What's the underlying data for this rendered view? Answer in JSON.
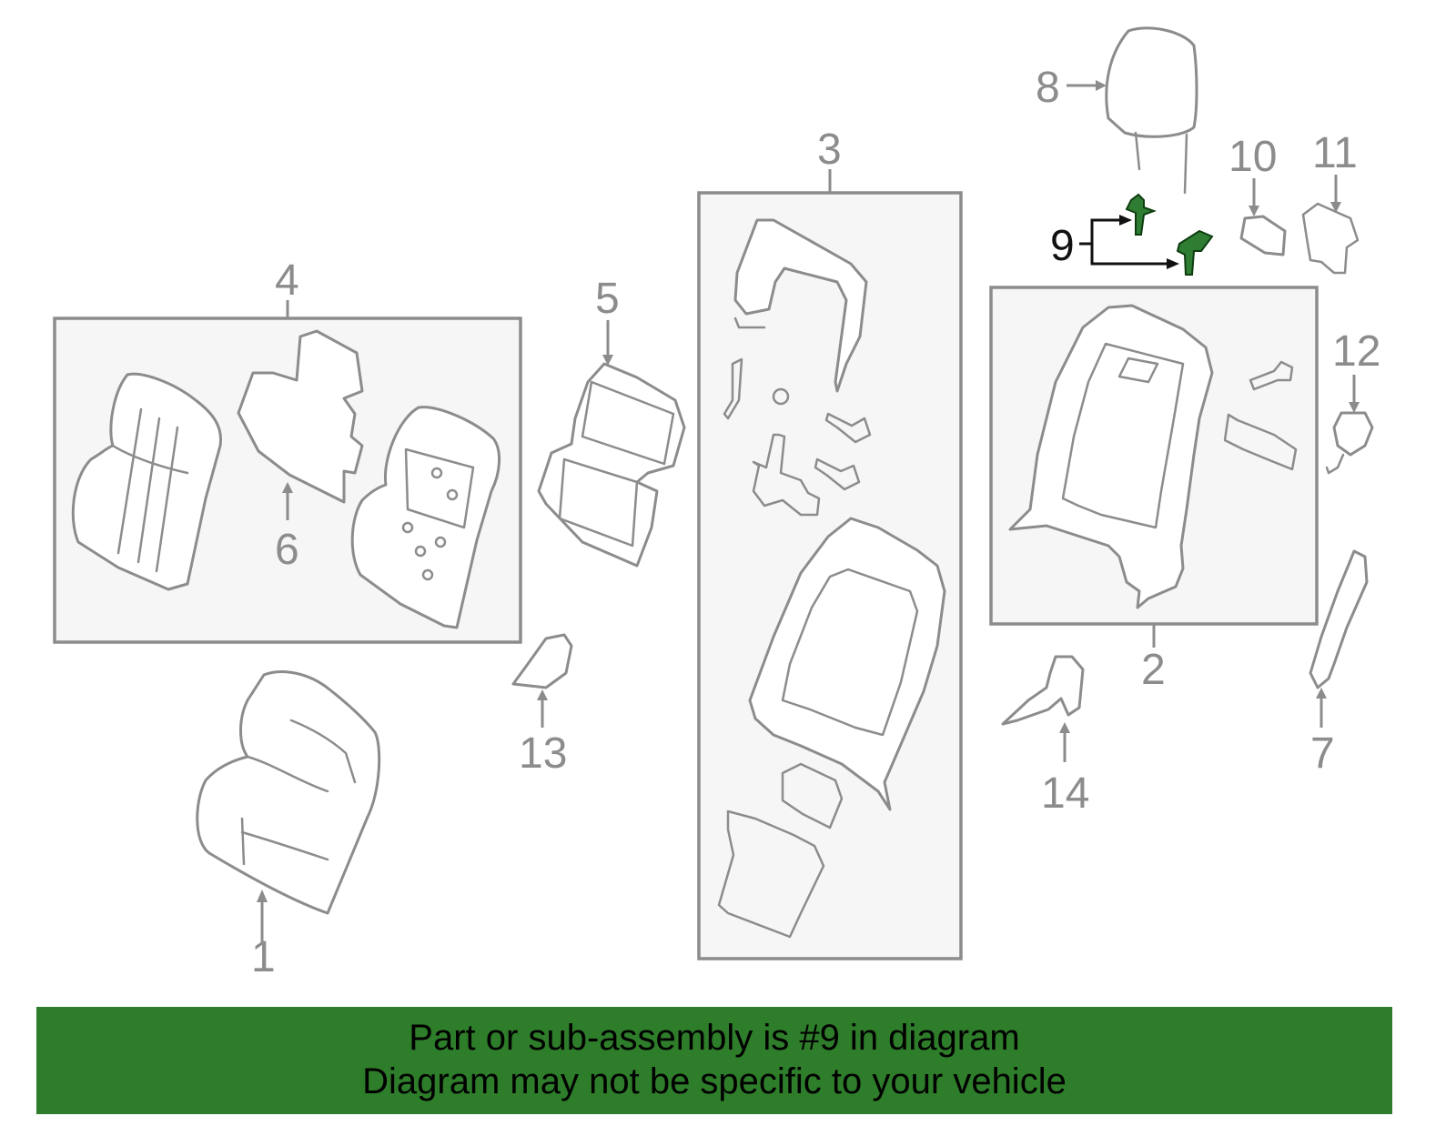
{
  "diagram": {
    "callouts": {
      "c1": "1",
      "c2": "2",
      "c3": "3",
      "c4": "4",
      "c5": "5",
      "c6": "6",
      "c7": "7",
      "c8": "8",
      "c9": "9",
      "c10": "10",
      "c11": "11",
      "c12": "12",
      "c13": "13",
      "c14": "14"
    },
    "highlight_color": "#2e7d2a"
  },
  "banner": {
    "line1": "Part or sub-assembly is #9 in diagram",
    "line2": "Diagram may not be specific to your vehicle"
  }
}
